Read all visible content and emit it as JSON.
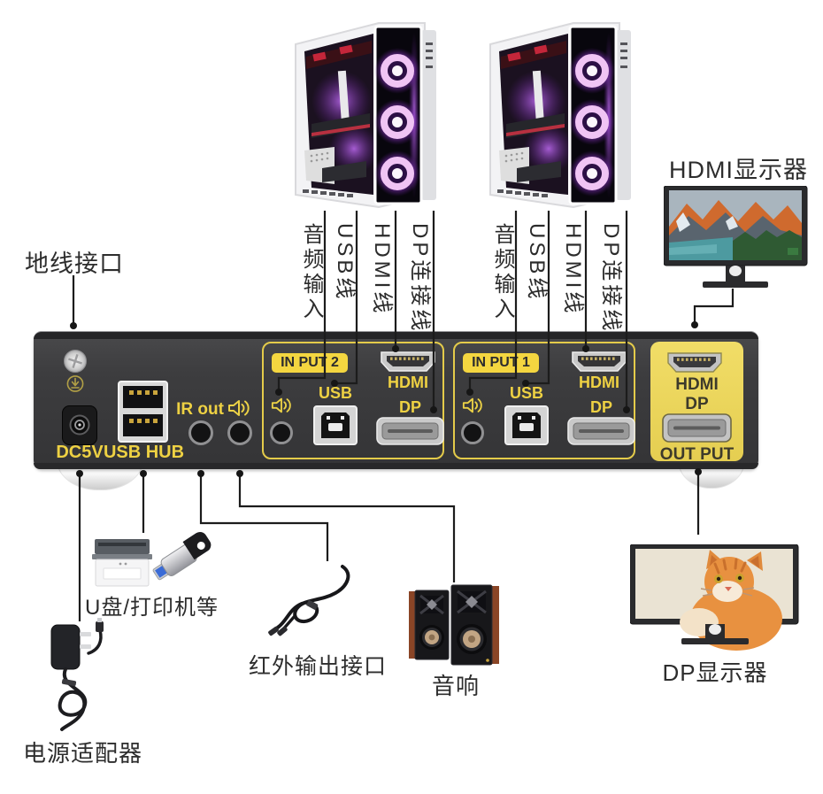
{
  "ground_label": "地线接口",
  "cables": {
    "labels": [
      "音频输入",
      "USB线",
      "HDMI线",
      "DP连接线"
    ]
  },
  "device": {
    "dc5v": "DC5V",
    "usb_hub": "USB HUB",
    "ir_out": "IR out",
    "input2": {
      "title": "IN PUT 2",
      "usb": "USB",
      "hdmi": "HDMI",
      "dp": "DP"
    },
    "input1": {
      "title": "IN PUT 1",
      "usb": "USB",
      "hdmi": "HDMI",
      "dp": "DP"
    },
    "output": {
      "hdmi": "HDMI",
      "dp": "DP",
      "title": "OUT PUT"
    }
  },
  "peripherals": {
    "hdmi_monitor": "HDMI显示器",
    "dp_monitor": "DP显示器",
    "power_adapter": "电源适配器",
    "usb_devices": "U盘/打印机等",
    "ir_output": "红外输出接口",
    "speakers": "音响"
  },
  "colors": {
    "accent_yellow": "#eed143",
    "panel_yellow": "#ecd75c",
    "device_body": "#3b3b3d",
    "connector_line": "#1c1c1c"
  }
}
